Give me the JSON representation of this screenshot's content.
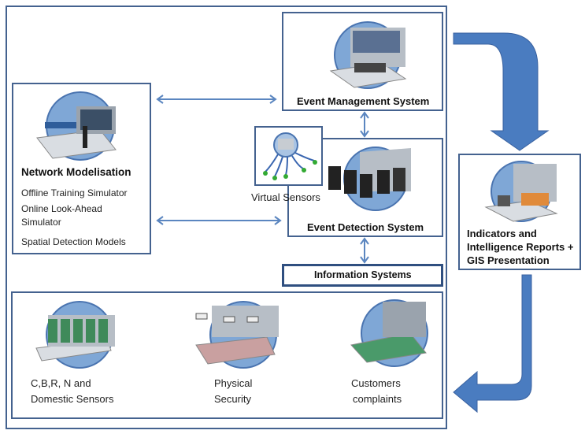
{
  "network": {
    "title": "Network Modelisation",
    "items": [
      "Offline Training Simulator",
      "Online Look-Ahead",
      "Simulator",
      "Spatial Detection Models"
    ]
  },
  "ems": {
    "title": "Event Management System"
  },
  "eds": {
    "title": "Event Detection System"
  },
  "virtual_sensors": {
    "label": "Virtual Sensors"
  },
  "info_systems": {
    "title": "Information Systems"
  },
  "indicators": {
    "lines": [
      "Indicators and",
      "Intelligence Reports +",
      "GIS Presentation"
    ]
  },
  "sources": [
    {
      "lines": [
        "C,B,R, N and",
        "Domestic Sensors"
      ],
      "icon": "sensor-racks-icon"
    },
    {
      "lines": [
        "Physical",
        "Security"
      ],
      "icon": "security-cameras-icon"
    },
    {
      "lines": [
        "Customers",
        "complaints"
      ],
      "icon": "map-complaints-icon"
    }
  ],
  "colors": {
    "border": "#44628f",
    "arrow": "#4a7cc0",
    "connector": "#5b86c0"
  }
}
